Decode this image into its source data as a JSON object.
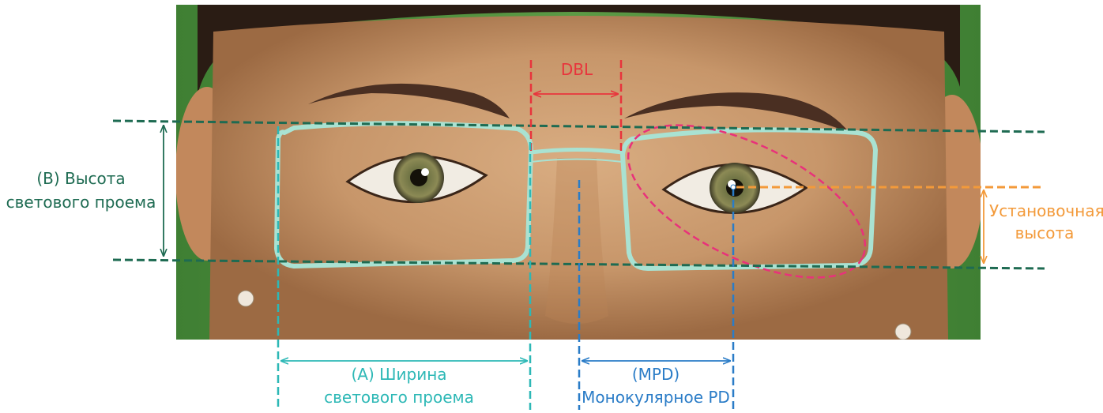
{
  "labels": {
    "dbl": "DBL",
    "height_line1": "(B) Высота",
    "height_line2": "светового проема",
    "width_line1": "(A) Ширина",
    "width_line2": "светового проема",
    "mpd_line1": "(MPD)",
    "mpd_line2": "Монокулярное PD",
    "fitting_line1": "Установочная",
    "fitting_line2": "высота"
  },
  "colors": {
    "dbl": "#e8343c",
    "height": "#1e6b52",
    "width": "#2db8b6",
    "mpd": "#2a7cc7",
    "fitting": "#f39a3a",
    "progressive_zone": "#e8327a",
    "frame": "#a9e2d2",
    "background_green": "#4d8f3e",
    "skin": "#c99a6e"
  },
  "icons": [
    "face-photo",
    "eyeglass-frame",
    "progressive-zone-ellipse"
  ]
}
